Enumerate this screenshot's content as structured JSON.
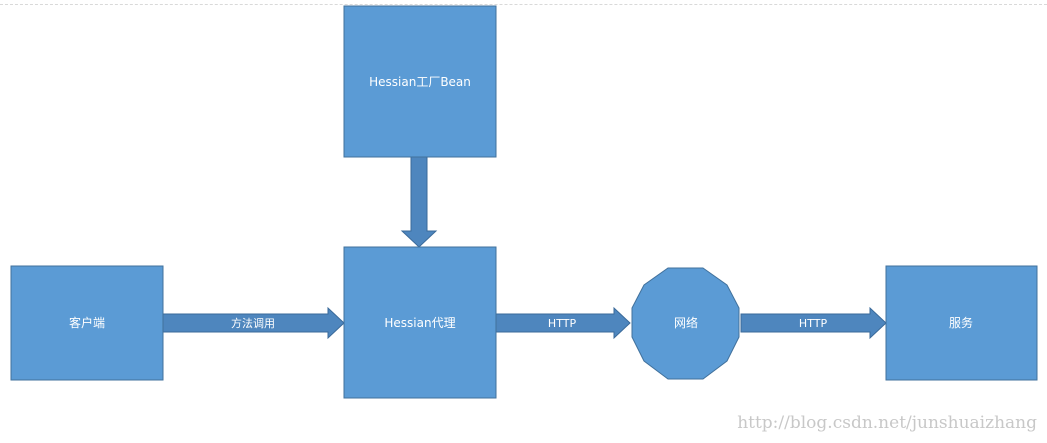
{
  "nodes": {
    "client": {
      "label": "客户端"
    },
    "factory": {
      "label": "Hessian工厂Bean"
    },
    "proxy": {
      "label": "Hessian代理"
    },
    "network": {
      "label": "网络"
    },
    "service": {
      "label": "服务"
    }
  },
  "edges": {
    "client_to_proxy": {
      "label": "方法调用"
    },
    "factory_to_proxy": {
      "label": ""
    },
    "proxy_to_network": {
      "label": "HTTP"
    },
    "network_to_service": {
      "label": "HTTP"
    }
  },
  "watermark": "http://blog.csdn.net/junshuaizhang",
  "colors": {
    "node_fill": "#5b9bd5",
    "node_stroke": "#41719c",
    "arrow_fill": "#4e86be",
    "arrow_stroke": "#3a6a9a"
  }
}
